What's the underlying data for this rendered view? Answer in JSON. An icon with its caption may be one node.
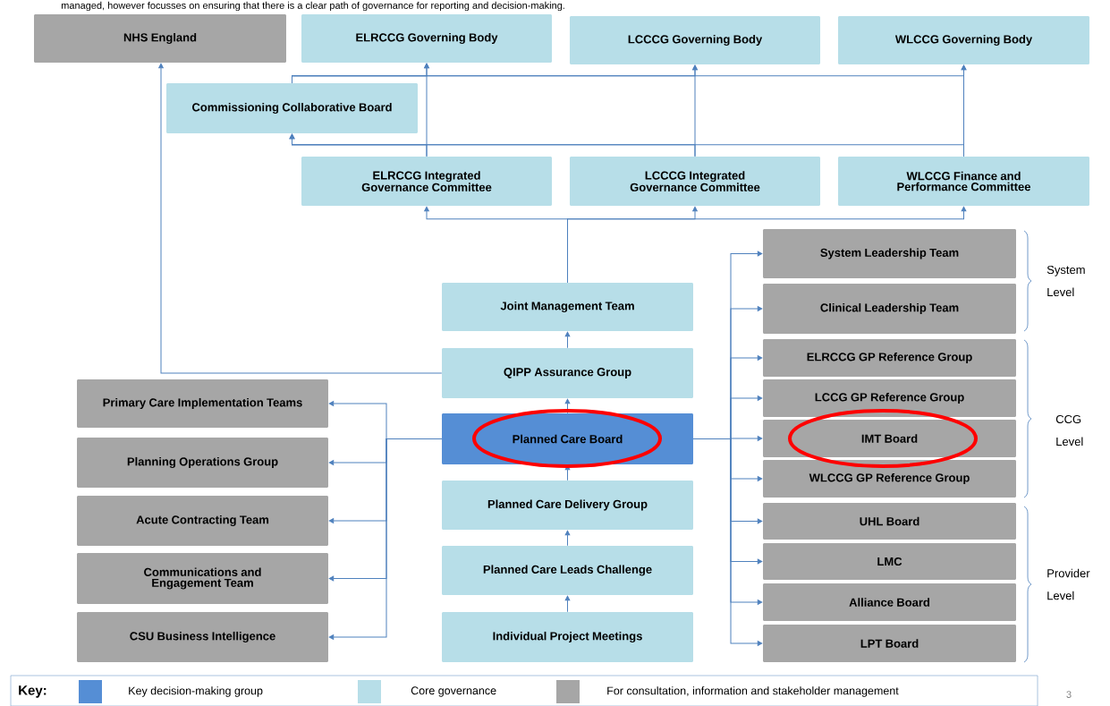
{
  "diagram": {
    "nodes": [
      {
        "text": [
          "NHS England"
        ]
      },
      {
        "text": [
          "ELRCCG Governing Body"
        ]
      },
      {
        "text": [
          "LCCCG Governing Body"
        ]
      },
      {
        "text": [
          "WLCCG Governing Body"
        ]
      },
      {
        "text": [
          "Commissioning Collaborative Board"
        ]
      },
      {
        "text": [
          "ELRCCG Integrated Governance Committee"
        ]
      },
      {
        "text": [
          "LCCCG Integrated Governance Committee"
        ]
      },
      {
        "text": [
          "WLCCG Finance and Performance Committee"
        ]
      },
      {
        "text": [
          "Joint Management Team"
        ]
      },
      {
        "text": [
          "QIPP Assurance Group"
        ]
      },
      {
        "text": [
          "Planned Care Board"
        ]
      },
      {
        "text": [
          "Planned Care Delivery Group"
        ]
      },
      {
        "text": [
          "Planned Care Leads Challenge"
        ]
      },
      {
        "text": [
          "Individual Project Meetings"
        ]
      },
      {
        "text": [
          "Primary Care Implementation Teams"
        ]
      },
      {
        "text": [
          "Planning Operations Group"
        ]
      },
      {
        "text": [
          "Acute Contracting Team"
        ]
      },
      {
        "text": [
          "Communications and Engagement Team"
        ]
      },
      {
        "text": [
          "CSU Business Intelligence"
        ]
      },
      {
        "text": [
          "System Leadership Team"
        ]
      },
      {
        "text": [
          "Clinical Leadership Team"
        ]
      },
      {
        "text": [
          "ELRCCG GP Reference Group"
        ]
      },
      {
        "text": [
          "LCCG GP Reference Group"
        ]
      },
      {
        "text": [
          "IMT Board"
        ]
      },
      {
        "text": [
          "WLCCG GP Reference Group"
        ]
      },
      {
        "text": [
          "UHL Board"
        ]
      },
      {
        "text": [
          "LMC"
        ]
      },
      {
        "text": [
          "Alliance Board"
        ]
      },
      {
        "text": [
          "LPT Board"
        ]
      }
    ],
    "edges": [
      {
        "from": 5,
        "to": 1,
        "arrow": "to"
      },
      {
        "from": 6,
        "to": 2,
        "arrow": "to"
      },
      {
        "from": 7,
        "to": 3,
        "arrow": "to"
      },
      {
        "from": 4,
        "to": 1,
        "arrow": "to"
      },
      {
        "from": 4,
        "to": 2,
        "arrow": "to"
      },
      {
        "from": 4,
        "to": 3,
        "arrow": "to"
      },
      {
        "from": 5,
        "to": 4,
        "arrow": "to"
      },
      {
        "from": 6,
        "to": 4,
        "arrow": "to"
      },
      {
        "from": 7,
        "to": 4,
        "arrow": "to"
      },
      {
        "from": 8,
        "to": 5,
        "arrow": "to"
      },
      {
        "from": 8,
        "to": 6,
        "arrow": "to"
      },
      {
        "from": 8,
        "to": 7,
        "arrow": "to"
      },
      {
        "from": 9,
        "to": 8,
        "arrow": "to"
      },
      {
        "from": 9,
        "to": 0,
        "arrow": "to"
      },
      {
        "from": 10,
        "to": 9,
        "arrow": "to"
      },
      {
        "from": 11,
        "to": 10,
        "arrow": "to"
      },
      {
        "from": 12,
        "to": 11,
        "arrow": "to"
      },
      {
        "from": 13,
        "to": 12,
        "arrow": "to"
      },
      {
        "from": 10,
        "to": 14,
        "arrow": "to"
      },
      {
        "from": 10,
        "to": 15,
        "arrow": "to"
      },
      {
        "from": 10,
        "to": 16,
        "arrow": "to"
      },
      {
        "from": 10,
        "to": 17,
        "arrow": "to"
      },
      {
        "from": 10,
        "to": 18,
        "arrow": "to"
      },
      {
        "from": 10,
        "to": 19,
        "arrow": "to"
      },
      {
        "from": 10,
        "to": 20,
        "arrow": "to"
      },
      {
        "from": 10,
        "to": 21,
        "arrow": "to"
      },
      {
        "from": 10,
        "to": 22,
        "arrow": "to"
      },
      {
        "from": 10,
        "to": 23,
        "arrow": "to"
      },
      {
        "from": 10,
        "to": 24,
        "arrow": "to"
      },
      {
        "from": 10,
        "to": 25,
        "arrow": "to"
      },
      {
        "from": 10,
        "to": 26,
        "arrow": "to"
      },
      {
        "from": 10,
        "to": 27,
        "arrow": "to"
      },
      {
        "from": 10,
        "to": 28,
        "arrow": "to"
      }
    ],
    "labels": [
      "managed, however focusses on ensuring that there is a clear path of governance for reporting and decision-making.",
      "System Level",
      "CCG Level",
      "Provider Level",
      "Key:",
      "3"
    ],
    "legend": [
      {
        "text": "Key decision-making group",
        "color": "#558ed5"
      },
      {
        "text": "Core governance",
        "color": "#b7dee8"
      },
      {
        "text": "For consultation, information and stakeholder management",
        "color": "#a6a6a6"
      }
    ]
  }
}
